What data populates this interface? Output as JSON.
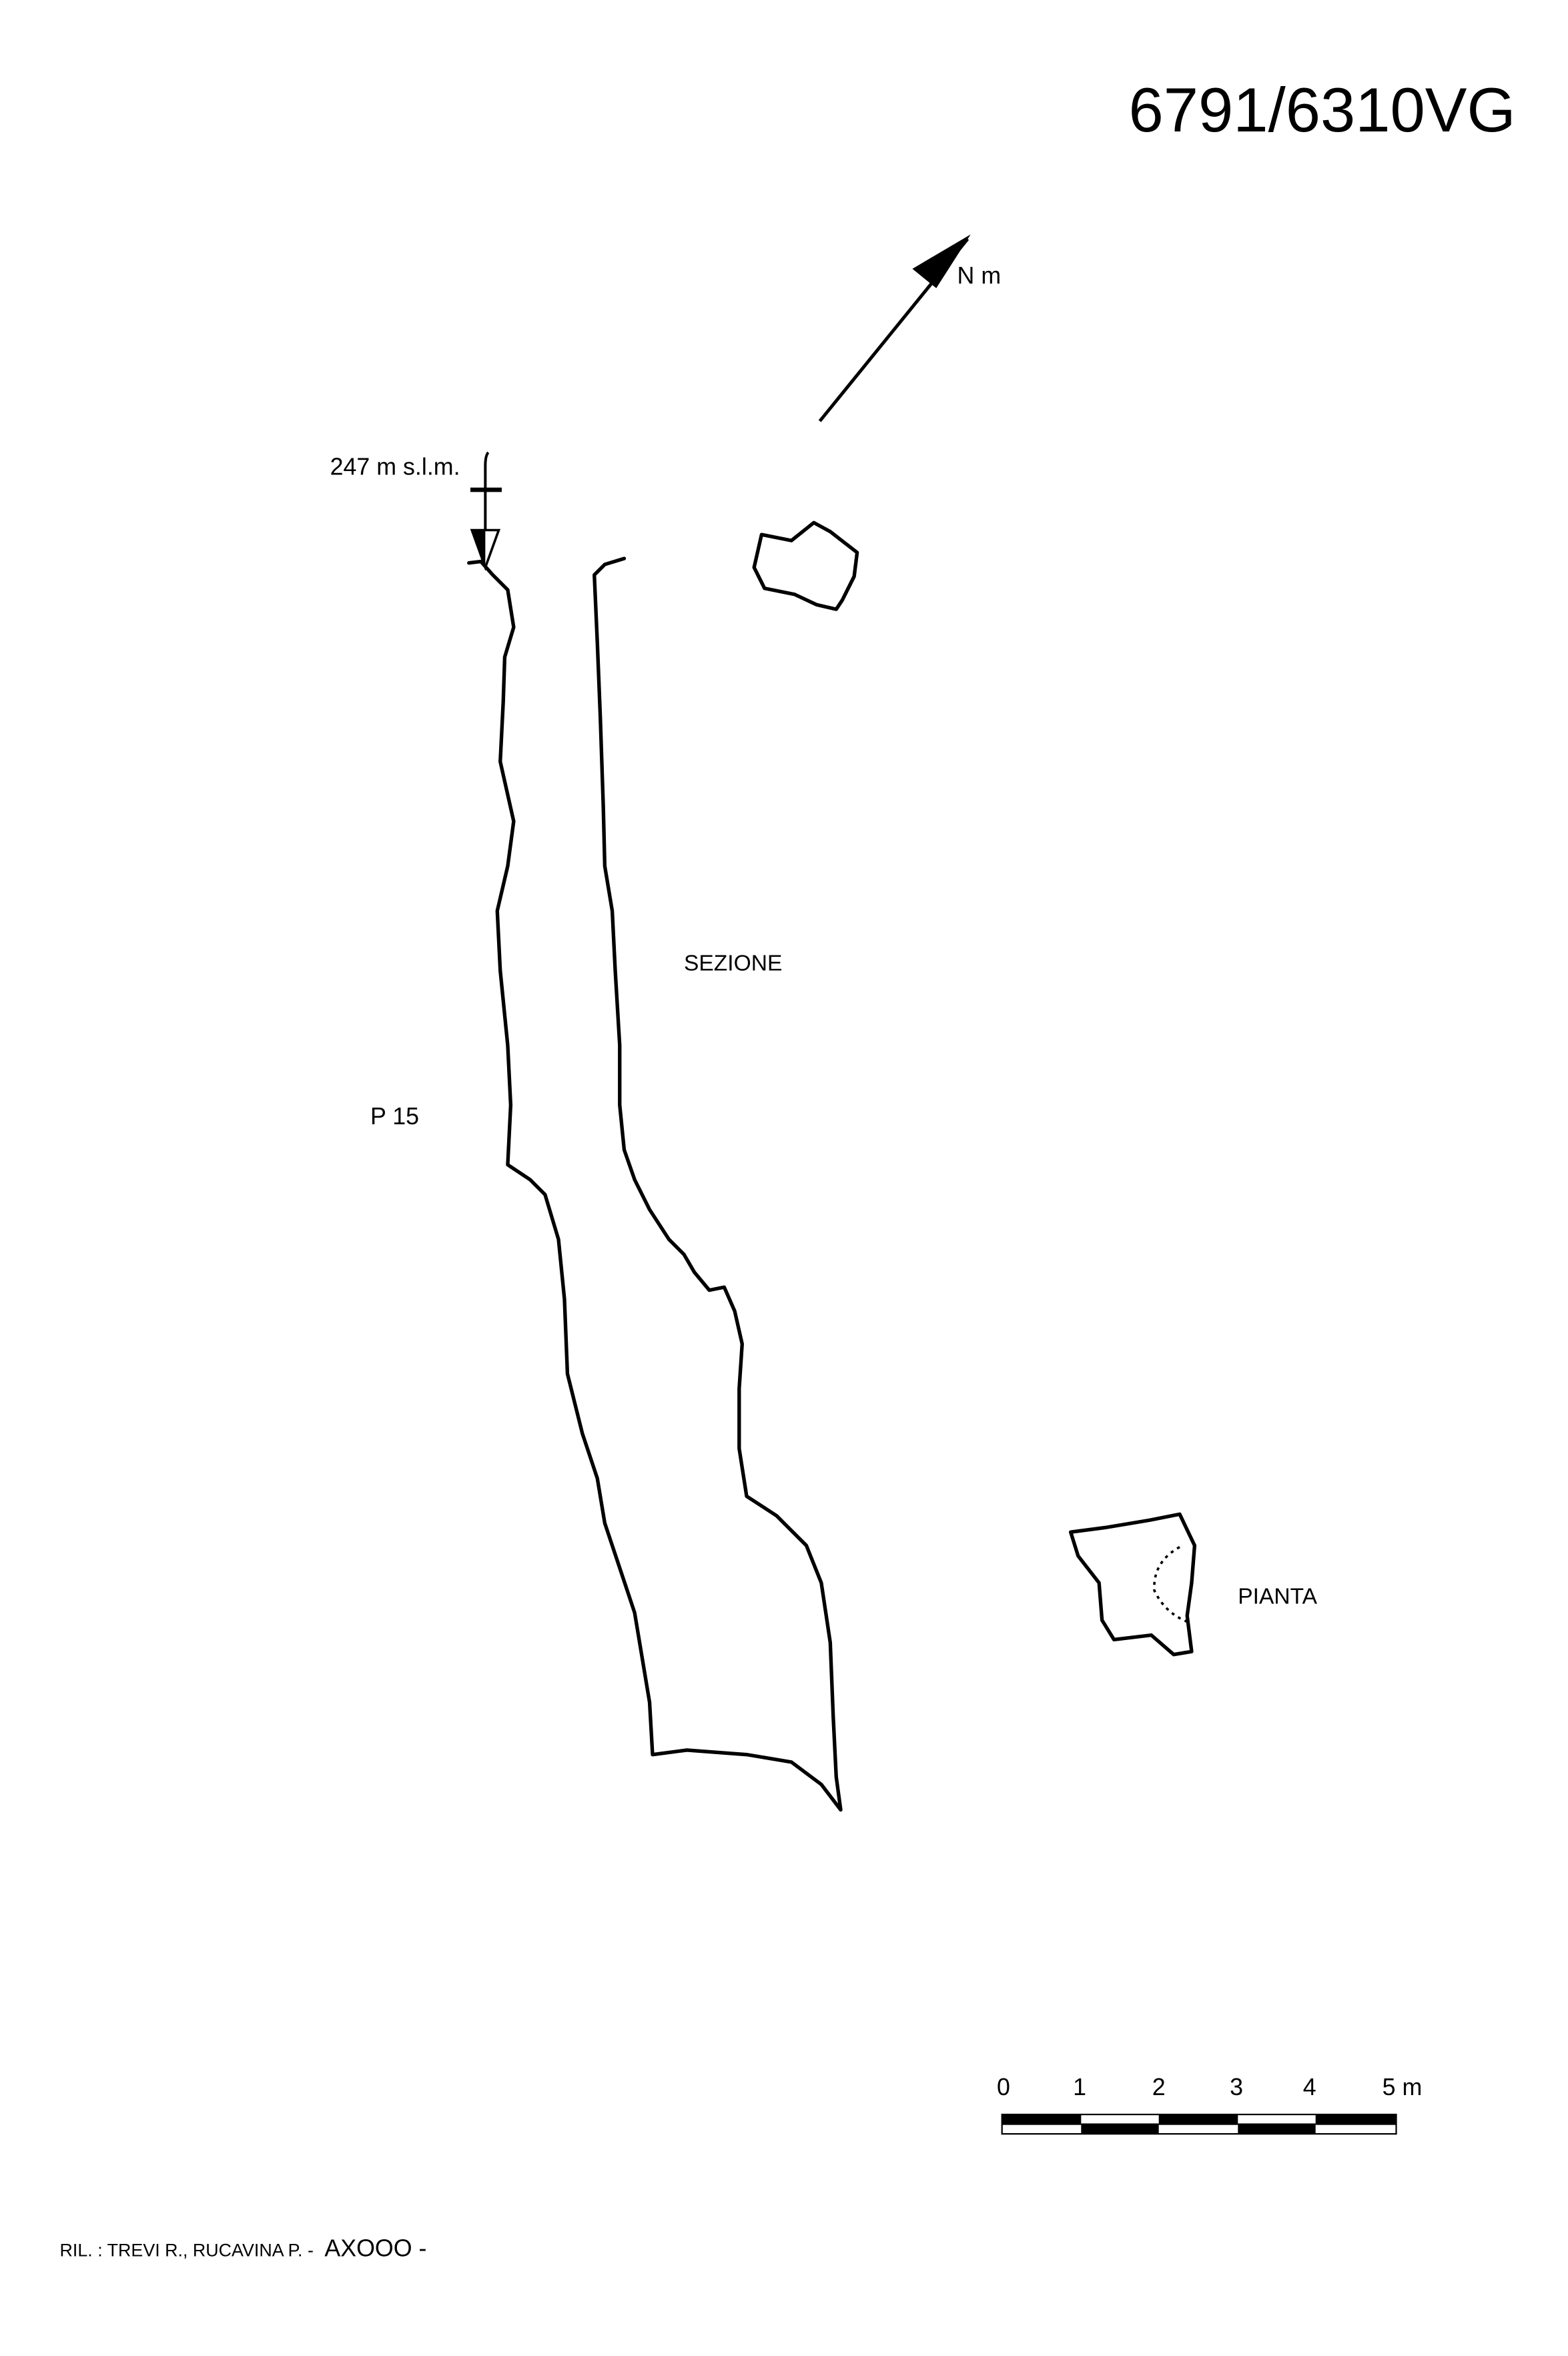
{
  "title": "6791/6310VG",
  "north_label": "N m",
  "elevation_label": "247 m s.l.m.",
  "section_label": "SEZIONE",
  "pit_label": "P 15",
  "plan_label": "PIANTA",
  "scale_bar": {
    "ticks": [
      "0",
      "1",
      "2",
      "3",
      "4",
      "5 m"
    ]
  },
  "credits": {
    "surveyors": "RIL. : TREVI R., RUCAVINA P. -",
    "code": "AXOOO -"
  },
  "colors": {
    "ink": "#000000",
    "paper": "#ffffff"
  }
}
